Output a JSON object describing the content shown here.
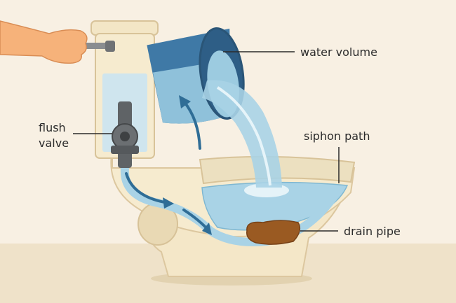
{
  "labels": {
    "water_volume": "water volume",
    "flush_valve_line1": "flush",
    "flush_valve_line2": "valve",
    "siphon_path": "siphon path",
    "drain_pipe": "drain pipe"
  },
  "colors": {
    "background": "#f8f0e3",
    "floor": "#efe2c9",
    "porcelain": "#f6ebcf",
    "porcelain_shadow": "#e6d6b1",
    "bucket": "#3f79a6",
    "water": "#a9d3e6",
    "valve": "#5f6366",
    "waste": "#9a5a22"
  }
}
